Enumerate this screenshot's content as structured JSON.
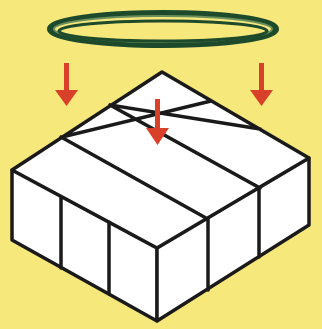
{
  "diagram": {
    "colors": {
      "background": "#f7e87c",
      "cube_face": "#ffffff",
      "outline": "#1a1a1a",
      "ring_outer": "#1e4a2c",
      "ring_inner": "#6a8f5c",
      "arrow": "#d8402a"
    },
    "grid": {
      "rows": 3,
      "columns": 3
    },
    "ring": {
      "icon": "rubber-band-ring"
    },
    "arrows": {
      "count": 3,
      "direction": "down",
      "icon": "arrow-down"
    }
  }
}
